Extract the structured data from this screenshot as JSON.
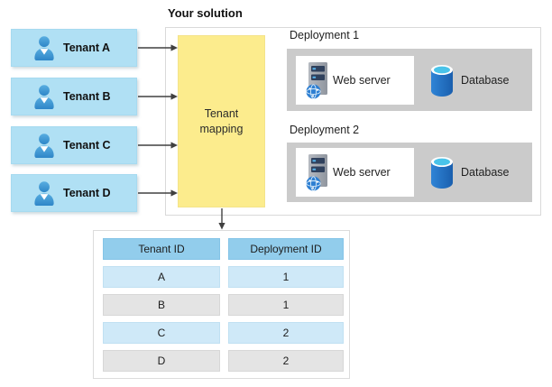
{
  "solution": {
    "title": "Your solution",
    "mapping_box_label": "Tenant mapping"
  },
  "tenants": [
    {
      "label": "Tenant A"
    },
    {
      "label": "Tenant B"
    },
    {
      "label": "Tenant C"
    },
    {
      "label": "Tenant D"
    }
  ],
  "deployments": [
    {
      "label": "Deployment 1",
      "web_server_label": "Web server",
      "database_label": "Database"
    },
    {
      "label": "Deployment 2",
      "web_server_label": "Web server",
      "database_label": "Database"
    }
  ],
  "mapping_table": {
    "columns": [
      "Tenant ID",
      "Deployment ID"
    ],
    "rows": [
      [
        "A",
        "1"
      ],
      [
        "B",
        "1"
      ],
      [
        "C",
        "2"
      ],
      [
        "D",
        "2"
      ]
    ]
  },
  "icons": {
    "tenant": "person-icon",
    "web_server": "server-with-globe-icon",
    "database": "database-cylinder-icon"
  },
  "colors": {
    "tenant_box": "#b0e0f4",
    "mapping_box": "#fcec8d",
    "deployment_box": "#cbcbcb",
    "card_white": "#ffffff",
    "table_header": "#92cdec",
    "table_row_blue": "#cfe9f8",
    "table_row_gray": "#e4e4e4",
    "person_icon_blue": "#3f9cd9",
    "database_body_blue": "#2171c8",
    "database_top_cyan": "#49c3e9",
    "server_slot_navy": "#30415d",
    "arrow": "#404040"
  }
}
